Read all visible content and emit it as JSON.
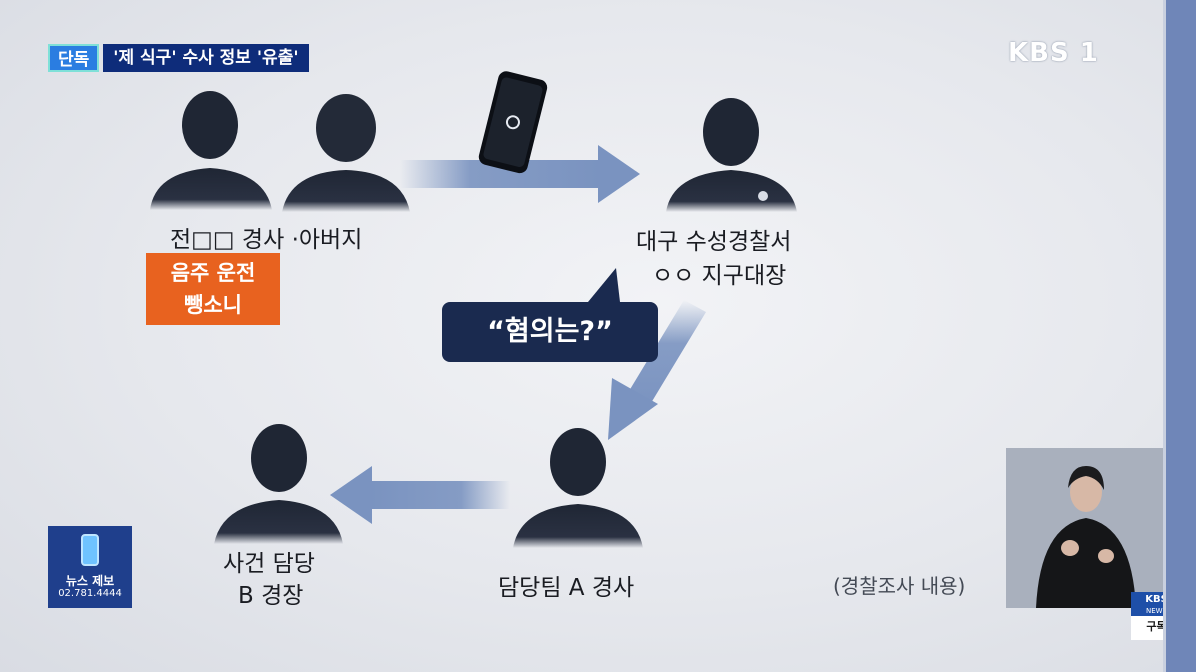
{
  "caption": {
    "tag": "단독",
    "title": "'제 식구' 수사 정보 '유출'"
  },
  "logo": "KBS 1",
  "nodes": {
    "top_left": "전□□ 경사 ·아버지",
    "top_right_line1": "대구 수성경찰서",
    "top_right_line2": "ㅇㅇ 지구대장",
    "bottom_right": "담당팀 A 경사",
    "bottom_left_line1": "사건 담당",
    "bottom_left_line2": "B 경장"
  },
  "charges": {
    "line1": "음주 운전",
    "line2": "뺑소니"
  },
  "speech": "“혐의는?”",
  "note": "(경찰조사 내용)",
  "newsbox": {
    "label": "뉴스 제보",
    "phone": "02.781.4444"
  },
  "badge": {
    "line1": "KBS",
    "line2": "NEWS",
    "line3": "구독"
  },
  "colors": {
    "accent_orange": "#e8621f",
    "navy": "#1a2a4f",
    "arrow": "#7a93c0"
  }
}
